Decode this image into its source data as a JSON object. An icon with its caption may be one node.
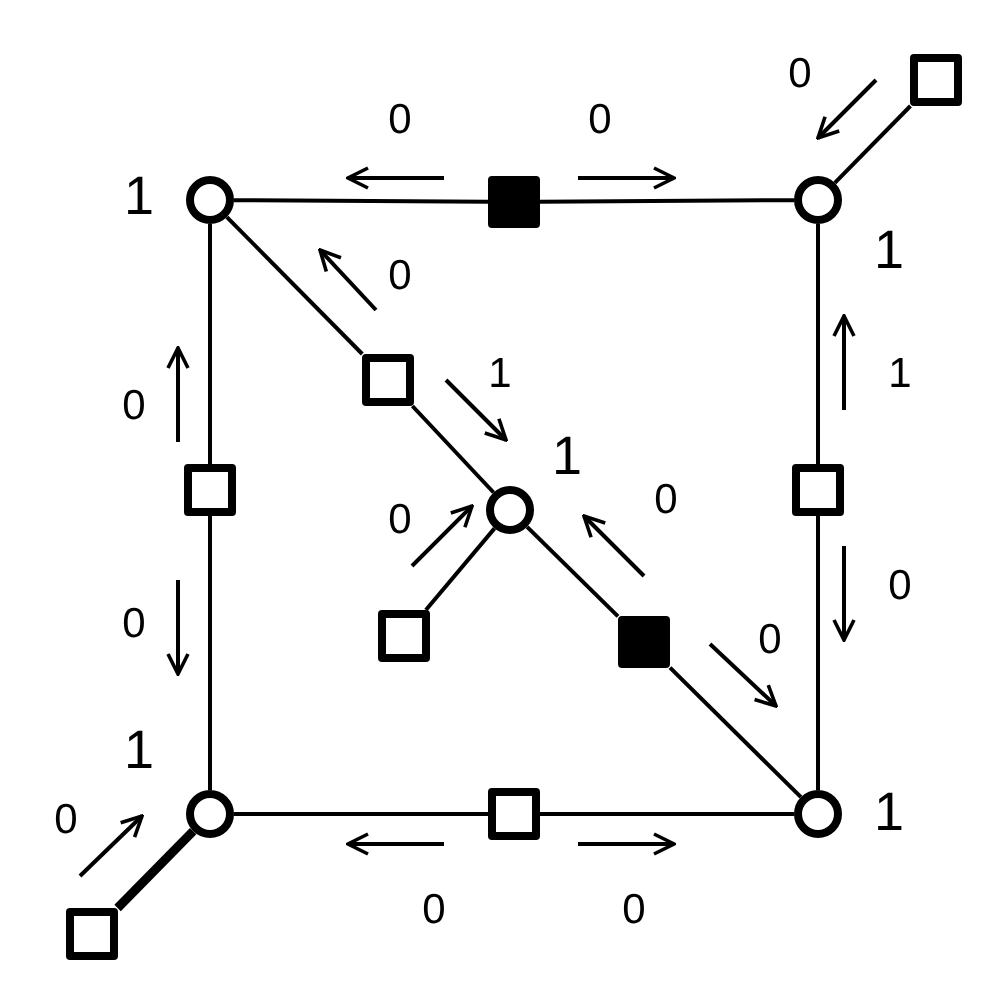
{
  "diagram": {
    "nodes": [
      {
        "text": [],
        "shape": "box"
      },
      {
        "text": [],
        "shape": "circle",
        "beside": [
          "1"
        ]
      },
      {
        "text": [],
        "shape": "block"
      },
      {
        "text": [],
        "shape": "circle",
        "beside": [
          "1"
        ]
      },
      {
        "text": [],
        "shape": "box"
      },
      {
        "text": [],
        "shape": "box"
      },
      {
        "text": [],
        "shape": "circle",
        "beside": [
          "1"
        ]
      },
      {
        "text": [],
        "shape": "box"
      },
      {
        "text": [],
        "shape": "box"
      },
      {
        "text": [],
        "shape": "block"
      },
      {
        "text": [],
        "shape": "circle",
        "beside": [
          "1"
        ]
      },
      {
        "text": [],
        "shape": "box"
      },
      {
        "text": [],
        "shape": "circle",
        "beside": [
          "1"
        ]
      },
      {
        "text": [],
        "shape": "box"
      }
    ],
    "edges": [
      {
        "from": 1,
        "to": 2,
        "arrow": "none"
      },
      {
        "from": 2,
        "to": 3,
        "arrow": "none"
      },
      {
        "from": 3,
        "to": 0,
        "arrow": "none"
      },
      {
        "from": 1,
        "to": 4,
        "arrow": "none"
      },
      {
        "from": 4,
        "to": 6,
        "arrow": "none"
      },
      {
        "from": 1,
        "to": 5,
        "arrow": "none"
      },
      {
        "from": 5,
        "to": 10,
        "arrow": "none"
      },
      {
        "from": 3,
        "to": 7,
        "arrow": "none"
      },
      {
        "from": 7,
        "to": 12,
        "arrow": "none"
      },
      {
        "from": 8,
        "to": 6,
        "arrow": "none"
      },
      {
        "from": 6,
        "to": 9,
        "arrow": "none"
      },
      {
        "from": 9,
        "to": 12,
        "arrow": "none"
      },
      {
        "from": 10,
        "to": 11,
        "arrow": "none"
      },
      {
        "from": 11,
        "to": 12,
        "arrow": "none"
      },
      {
        "from": 13,
        "to": 10,
        "arrow": "none",
        "style": "thick"
      }
    ],
    "labels": [
      "0",
      "0",
      "0",
      "0",
      "1",
      "1",
      "0",
      "0",
      "0",
      "0",
      "0",
      "0",
      "0",
      "0",
      "0"
    ]
  }
}
